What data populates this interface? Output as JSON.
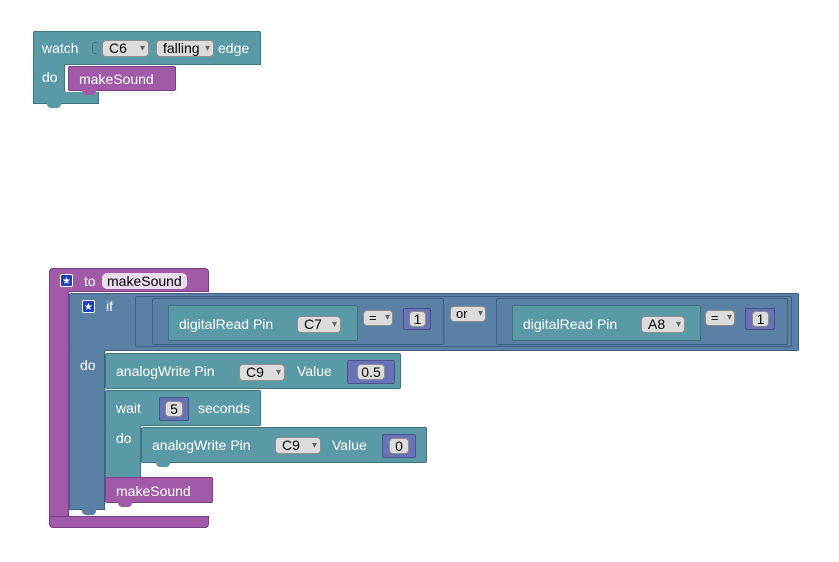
{
  "watch_block": {
    "watch_label": "watch",
    "pin": "C6",
    "edge_type": "falling",
    "edge_label": "edge",
    "do_label": "do",
    "call": "makeSound"
  },
  "function_block": {
    "to_label": "to",
    "name": "makeSound",
    "if_label": "if",
    "do_label": "do",
    "cond1": {
      "read_label": "digitalRead Pin",
      "pin": "C7",
      "op": "=",
      "value": "1"
    },
    "logic_op": "or",
    "cond2": {
      "read_label": "digitalRead Pin",
      "pin": "A8",
      "op": "=",
      "value": "1"
    },
    "analog1": {
      "label": "analogWrite Pin",
      "pin": "C9",
      "value_label": "Value",
      "value": "0.5"
    },
    "wait": {
      "label": "wait",
      "value": "5",
      "unit": "seconds",
      "do_label": "do"
    },
    "analog2": {
      "label": "analogWrite Pin",
      "pin": "C9",
      "value_label": "Value",
      "value": "0"
    },
    "call": "makeSound"
  }
}
